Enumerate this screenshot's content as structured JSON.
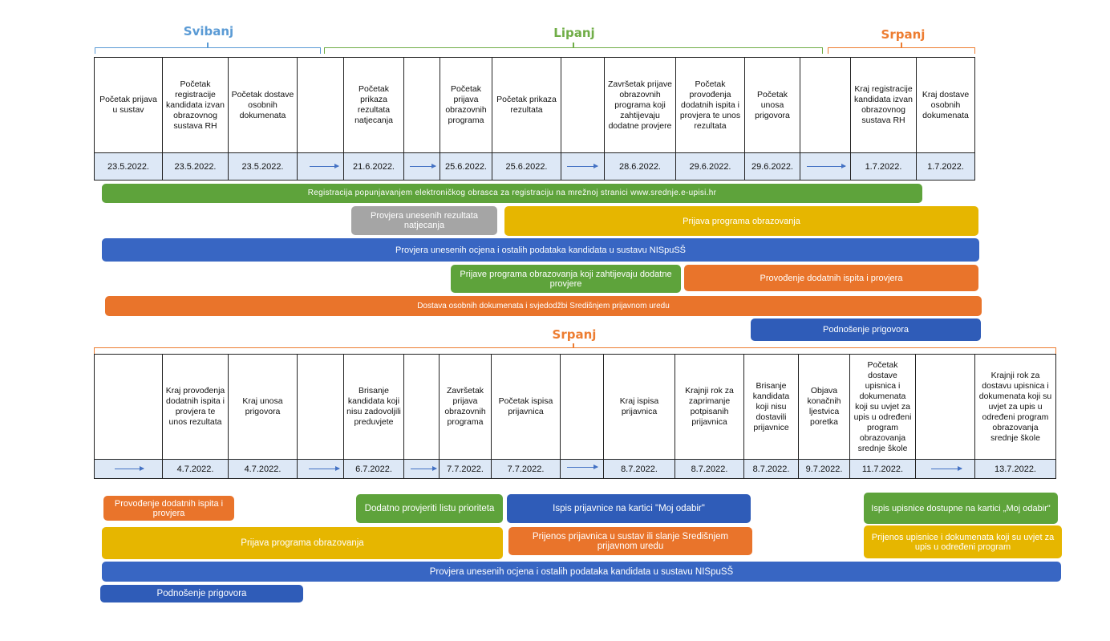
{
  "top": {
    "months": [
      {
        "label": "Svibanj",
        "color": "#5b9bd5"
      },
      {
        "label": "Lipanj",
        "color": "#70ad47"
      },
      {
        "label": "Srpanj",
        "color": "#ed7d31"
      }
    ],
    "columns": [
      {
        "text": "Početak prijava u sustav",
        "date": "23.5.2022."
      },
      {
        "text": "Početak registracije kandidata izvan obrazovnog sustava RH",
        "date": "23.5.2022."
      },
      {
        "text": "Početak dostave osobnih dokumenata",
        "date": "23.5.2022."
      },
      {
        "text": "",
        "date": ""
      },
      {
        "text": "Početak prikaza rezultata natjecanja",
        "date": "21.6.2022."
      },
      {
        "text": "",
        "date": ""
      },
      {
        "text": "Početak prijava obrazovnih programa",
        "date": "25.6.2022."
      },
      {
        "text": "Početak prikaza rezultata",
        "date": "25.6.2022."
      },
      {
        "text": "",
        "date": ""
      },
      {
        "text": "Završetak prijave obrazovnih programa koji zahtijevaju dodatne provjere",
        "date": "28.6.2022."
      },
      {
        "text": "Početak provođenja dodatnih ispita i provjera te unos rezultata",
        "date": "29.6.2022."
      },
      {
        "text": "Početak unosa prigovora",
        "date": "29.6.2022."
      },
      {
        "text": "",
        "date": ""
      },
      {
        "text": "Kraj registracije kandidata izvan obrazovnog sustava RH",
        "date": "1.7.2022."
      },
      {
        "text": "Kraj dostave osobnih dokumenata",
        "date": "1.7.2022."
      }
    ],
    "bars": [
      {
        "text": "Registracija popunjavanjem elektroničkog obrasca za registraciju na mrežnoj stranici www.srednje.e-upisi.hr",
        "color": "green"
      },
      {
        "text": "Provjera unesenih rezultata",
        "text2": "natjecanja",
        "color": "grey"
      },
      {
        "text": "Prijava programa obrazovanja",
        "color": "yellow"
      },
      {
        "text": "Provjera unesenih ocjena i ostalih podataka kandidata u sustavu NISpuSŠ",
        "color": "blue"
      },
      {
        "text": "Prijave programa obrazovanja koji zahtijevaju dodatne provjere",
        "color": "green"
      },
      {
        "text": "Provođenje dodatnih ispita i provjera",
        "color": "orange"
      },
      {
        "text": "Dostava osobnih dokumenata  i svjedodžbi Središnjem prijavnom uredu",
        "color": "orange"
      },
      {
        "text": "Podnošenje prigovora",
        "color": "blue"
      }
    ]
  },
  "bottom": {
    "month": {
      "label": "Srpanj",
      "color": "#ed7d31"
    },
    "columns": [
      {
        "text": "",
        "date": ""
      },
      {
        "text": "Kraj provođenja dodatnih ispita i provjera  te unos rezultata",
        "date": "4.7.2022."
      },
      {
        "text": "Kraj unosa prigovora",
        "date": "4.7.2022."
      },
      {
        "text": "",
        "date": ""
      },
      {
        "text": "Brisanje kandidata koji nisu zadovoljili preduvjete",
        "date": "6.7.2022."
      },
      {
        "text": "",
        "date": ""
      },
      {
        "text": "Završetak prijava obrazovnih programa",
        "date": "7.7.2022."
      },
      {
        "text": "Početak ispisa prijavnica",
        "date": "7.7.2022."
      },
      {
        "text": "",
        "date": ""
      },
      {
        "text": "Kraj ispisa prijavnica",
        "date": "8.7.2022."
      },
      {
        "text": "Krajnji rok za zaprimanje potpisanih prijavnica",
        "date": "8.7.2022."
      },
      {
        "text": "Brisanje kandidata koji nisu dostavili prijavnice",
        "date": "8.7.2022."
      },
      {
        "text": "Objava konačnih ljestvica poretka",
        "date": "9.7.2022."
      },
      {
        "text": "Početak dostave upisnica i dokumenata koji su uvjet za upis u određeni program obrazovanja srednje škole",
        "date": "11.7.2022."
      },
      {
        "text": "",
        "date": ""
      },
      {
        "text": "Krajnji rok za dostavu upisnica i dokumenata koji su uvjet za upis u određeni program obrazovanja srednje škole",
        "date": "13.7.2022."
      }
    ],
    "bars": [
      {
        "text": "Provođenje dodatnih ispita i provjera",
        "color": "orange"
      },
      {
        "text": "Dodatno provjeriti listu prioriteta",
        "color": "green"
      },
      {
        "text": "Ispis prijavnice na kartici \"Moj odabir\"",
        "color": "blue"
      },
      {
        "text": "Ispis upisnice dostupne na kartici „Moj odabir\"",
        "color": "green"
      },
      {
        "text": "Prijava programa obrazovanja",
        "color": "yellow"
      },
      {
        "text": "Prijenos prijavnica u sustav ili slanje Središnjem prijavnom uredu",
        "color": "orange"
      },
      {
        "text": "Prijenos upisnice i dokumenata koji su uvjet za upis u određeni program",
        "color": "yellow"
      },
      {
        "text": "Provjera unesenih ocjena i ostalih podataka kandidata u sustavu NISpuSŠ",
        "color": "blue"
      },
      {
        "text": "Podnošenje prigovora",
        "color": "blue"
      }
    ]
  }
}
